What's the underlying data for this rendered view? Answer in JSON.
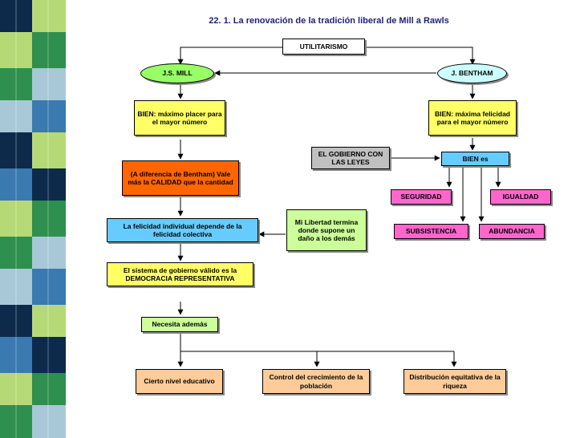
{
  "title": "22. 1. La renovación de la tradición liberal de Mill a Rawls",
  "nodes": {
    "utilitarismo": "UTILITARISMO",
    "js_mill": "J.S. MILL",
    "bentham": "J. BENTHAM",
    "bien_mill": "BIEN: máximo placer para el mayor número",
    "bien_bentham": "BIEN: máxima felicidad para el mayor número",
    "gobierno": "EL GOBIERNO CON LAS LEYES",
    "bien_es": "BIEN es",
    "calidad": "(A diferencia de Bentham) Vale más la CALIDAD que la cantidad",
    "seguridad": "SEGURIDAD",
    "igualdad": "IGUALDAD",
    "subsistencia": "SUBSISTENCIA",
    "abundancia": "ABUNDANCIA",
    "libertad": "Mi Libertad termina donde supone un daño a los demás",
    "felicidad": "La felicidad individual depende de la felicidad colectiva",
    "sistema": "El sistema de gobierno válido es la DEMOCRACIA REPRESENTATIVA",
    "necesita": "Necesita además",
    "educativo": "Cierto nivel educativo",
    "crecimiento": "Control del crecimiento de la población",
    "distribucion": "Distribución equitativa de la riqueza"
  },
  "colors": {
    "stripe_dark_navy": "#0d2a4a",
    "stripe_green": "#2f8f4f",
    "stripe_light_green": "#b6d977",
    "stripe_blue": "#3a7ab0",
    "stripe_light_blue": "#a8c8d8",
    "title": "#1f1f7a"
  }
}
